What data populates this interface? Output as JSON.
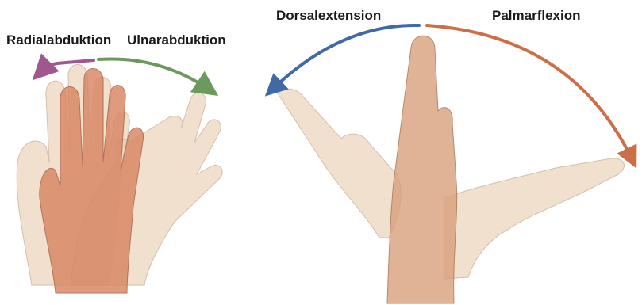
{
  "labels": {
    "radial": "Radialabduktion",
    "ulnar": "Ulnarabduktion",
    "dorsal": "Dorsalextension",
    "palmar": "Palmarflexion"
  },
  "colors": {
    "radial_arrow": "#a0578f",
    "ulnar_arrow": "#6c9a5c",
    "dorsal_arrow": "#3f6aa6",
    "palmar_arrow": "#cc6f48",
    "hand_light": "#e8c9a8",
    "hand_mid": "#d9a27e",
    "hand_front": "#d9896a"
  }
}
